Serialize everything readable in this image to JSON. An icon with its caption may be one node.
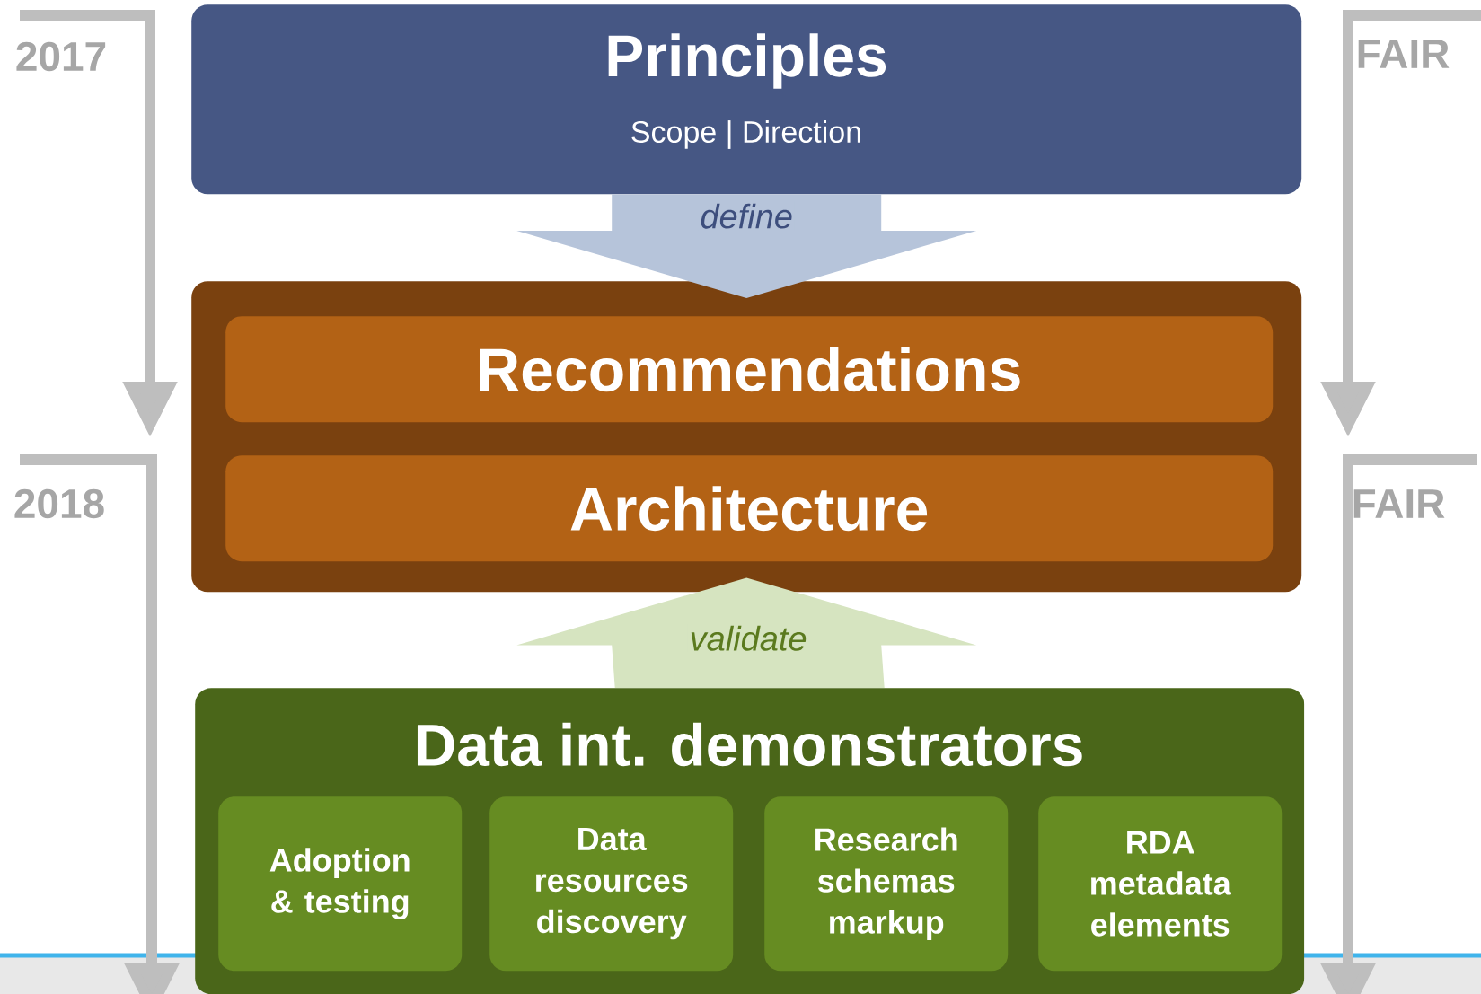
{
  "diagram": {
    "nodes": [
      {
        "text": [
          "Principles",
          "Scope | Direction"
        ]
      },
      {
        "text": [],
        "shape": "box"
      },
      {
        "text": [
          "Recommendations"
        ],
        "in": 1
      },
      {
        "text": [
          "Architecture"
        ],
        "in": 1
      },
      {
        "text": [
          "Data int. demonstrators"
        ]
      },
      {
        "text": [
          "Adoption & testing"
        ],
        "in": 4
      },
      {
        "text": [
          "Data resources discovery"
        ],
        "in": 4
      },
      {
        "text": [
          "Research schemas markup"
        ],
        "in": 4
      },
      {
        "text": [
          "RDA metadata elements"
        ],
        "in": 4
      }
    ],
    "edges": [
      {
        "from": 0,
        "to": 1,
        "arrow": "to",
        "label": "define",
        "color": "#b6c4da"
      },
      {
        "from": 4,
        "to": 1,
        "arrow": "to",
        "label": "validate",
        "color": "#d6e4c0"
      }
    ],
    "labels": [
      "2017",
      "FAIR",
      "2018",
      "FAIR"
    ]
  }
}
